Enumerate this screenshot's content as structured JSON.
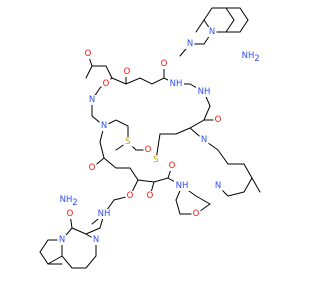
{
  "molecule": {
    "element_colors": {
      "O": "#ff0d0d",
      "N": "#3050f8",
      "S": "#b8a300",
      "H": "#3050f8",
      "C": "#000000"
    },
    "atoms": {
      "o1": "O",
      "o2": "O",
      "o3": "O",
      "o4": "O",
      "o5": "O",
      "o6": "O",
      "o7": "O",
      "o8": "O",
      "o9": "O",
      "o10": "O",
      "o11": "O",
      "o12": "O",
      "n_q1a": "N",
      "n_q1b": "N",
      "n_q2a": "N",
      "n_q2b": "N",
      "nh_top": "N",
      "nh_mid": "N",
      "nh_low": "N",
      "nh_bl": "N",
      "n_me_l": "N",
      "n_me_r": "N",
      "n_me_ml": "N",
      "n_me_mr": "N",
      "s1": "S",
      "s2": "S",
      "h_nh_top": "H",
      "h_nh_mid": "H",
      "h_nh_low": "H",
      "h_nh_bl": "H",
      "nh2_top": "NH2",
      "nh2_bot": "NH2"
    },
    "labels": {
      "O": "O",
      "N": "N",
      "S": "S",
      "H": "H",
      "NH": "NH",
      "NH2_main": "NH",
      "NH2_sub": "2"
    }
  }
}
